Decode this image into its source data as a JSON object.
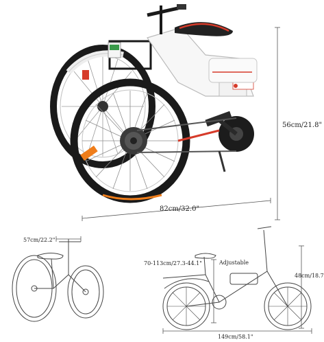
{
  "colors": {
    "frame": "#f7f7f7",
    "tire": "#1a1a1a",
    "accent_red": "#d63b2a",
    "accent_orange": "#ef7d1a",
    "dimension_line": "#555555",
    "sketch_line": "#444444"
  },
  "photo": {
    "height_label": "56cm/21.8\"",
    "length_label": "82cm/32.0\""
  },
  "sketch_folded": {
    "width_label": "57cm/22.2\""
  },
  "sketch_unfolded": {
    "seat_range_label": "70-113cm/27.3-44.1\"",
    "adjustable_label": "Adjustable",
    "handlebar_label": "48cm/18.7\"",
    "length_label": "149cm/58.1\""
  }
}
